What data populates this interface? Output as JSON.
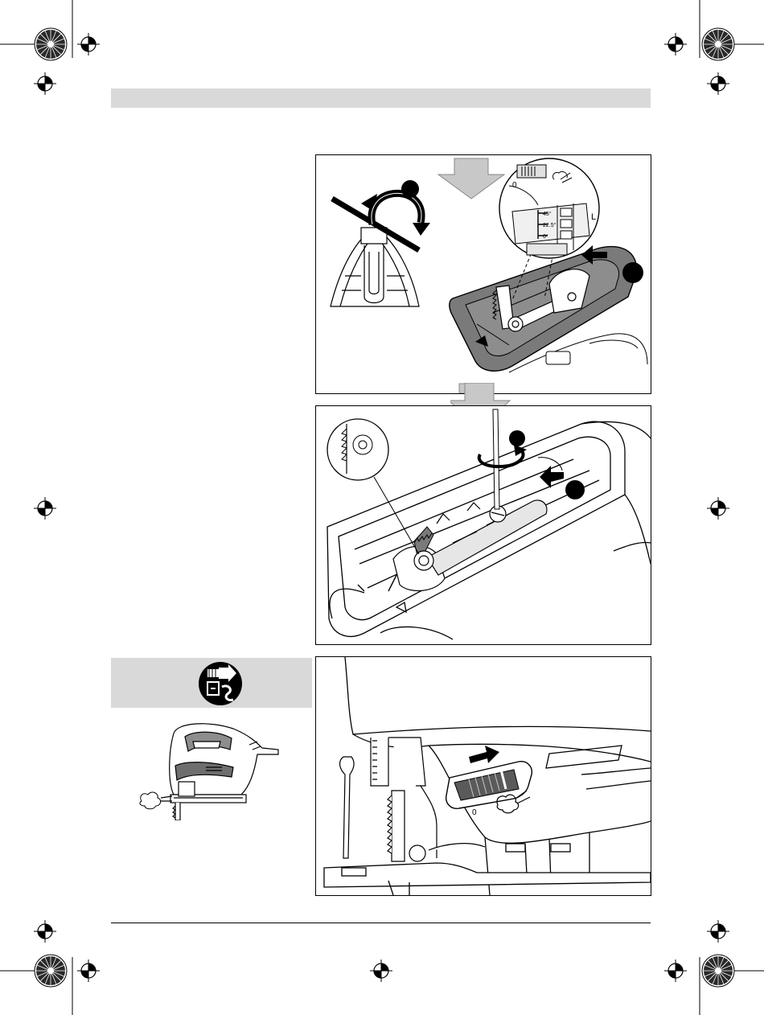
{
  "colors": {
    "header_bar": "#d9d9d9",
    "panel_border": "#000000",
    "arrow_grey": "#c8c8c8",
    "shoe_grey": "#7a7a7a",
    "callout_black": "#000000"
  },
  "icons": [
    "registration-mark-icon",
    "color-calibration-wheel-icon",
    "unplug-power-icon",
    "dust-blower-icon",
    "callout-dot-icon",
    "press-arrow-icon",
    "rotate-arrow-icon",
    "slide-arrow-icon"
  ],
  "panel_top": {
    "angle_labels": [
      "45°",
      "22.5°",
      "0°"
    ],
    "side_label": "L",
    "zero_label": "0"
  },
  "panel_bottom": {
    "zero_label": "0"
  }
}
